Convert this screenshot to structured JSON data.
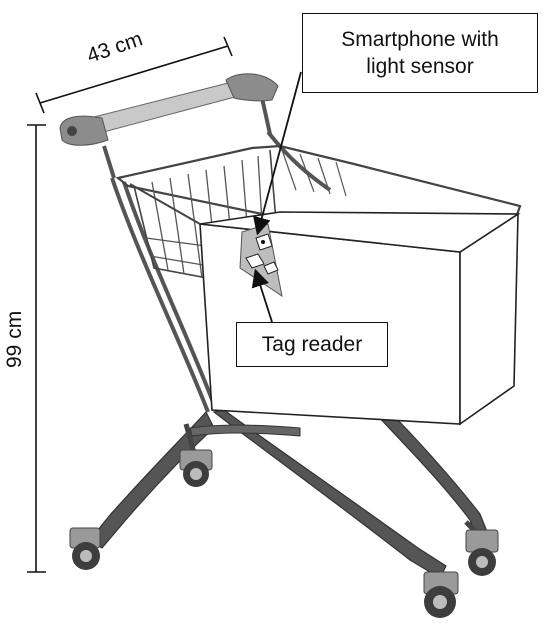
{
  "dimensions": {
    "width": "43 cm",
    "height": "99 cm"
  },
  "labels": {
    "smartphone_line1": "Smartphone with",
    "smartphone_line2": "light sensor",
    "tag_reader": "Tag reader"
  },
  "colors": {
    "frame": "#4a4a4a",
    "handle_grip": "#b8b8b8",
    "handle_caps": "#8a8a8a",
    "basket_side": "#ffffff",
    "line": "#111111"
  }
}
